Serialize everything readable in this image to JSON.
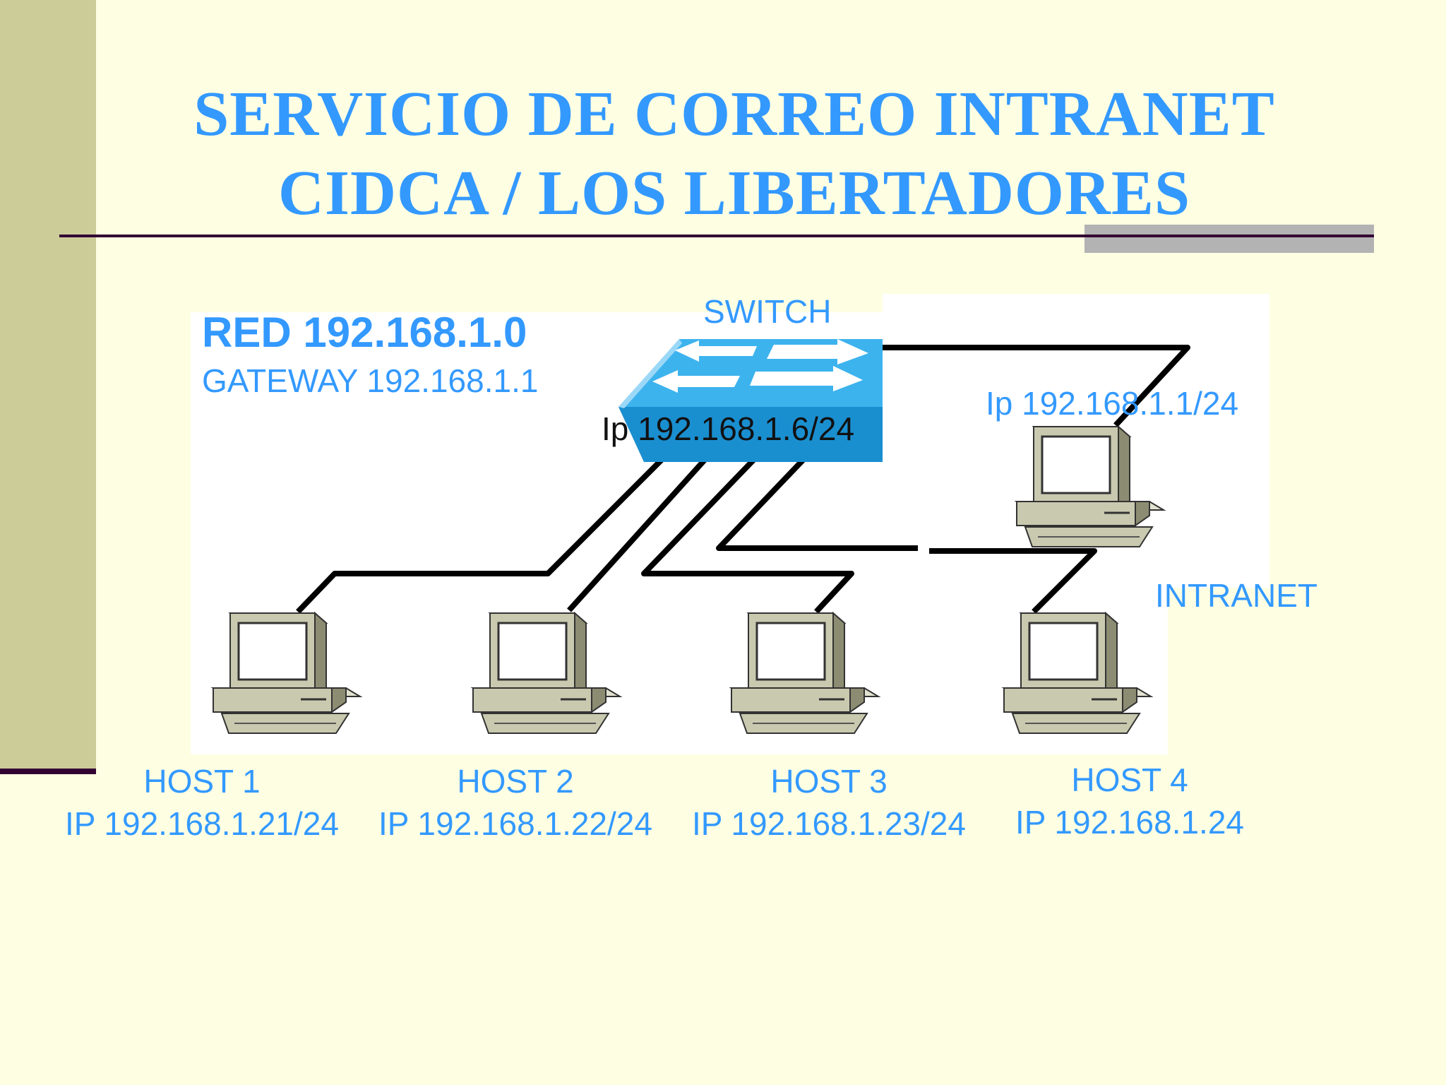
{
  "slide": {
    "title_line1": "SERVICIO DE CORREO INTRANET",
    "title_line2": "CIDCA  /  LOS LIBERTADORES"
  },
  "network": {
    "label": "RED 192.168.1.0",
    "gateway": "GATEWAY 192.168.1.1",
    "switch_label": "SWITCH",
    "switch_ip": "Ip 192.168.1.6/24",
    "gateway_ip": "Ip 192.168.1.1/24",
    "intranet_label": "INTRANET"
  },
  "hosts": [
    {
      "name": "HOST 1",
      "ip": "IP 192.168.1.21/24"
    },
    {
      "name": "HOST 2",
      "ip": "IP 192.168.1.22/24"
    },
    {
      "name": "HOST 3",
      "ip": "IP 192.168.1.23/24"
    },
    {
      "name": "HOST 4",
      "ip": "IP 192.168.1.24"
    }
  ],
  "colors": {
    "title": "#3399ff",
    "switch": "#1a9ad6",
    "background": "#fefee3",
    "sidebar": "#cccc99"
  }
}
